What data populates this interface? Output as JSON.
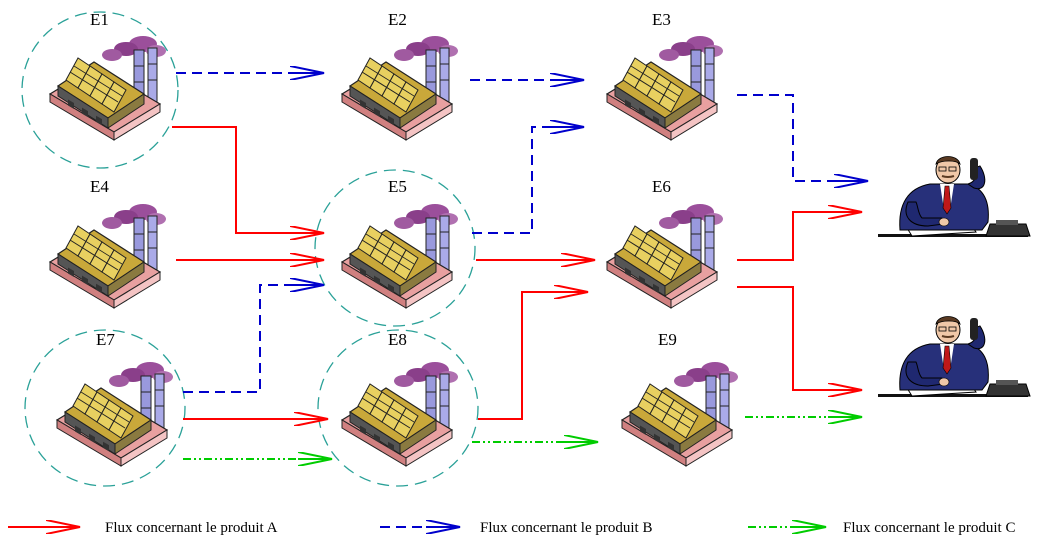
{
  "diagram": {
    "entities": [
      {
        "id": "E1",
        "label": "E1",
        "circled": true
      },
      {
        "id": "E2",
        "label": "E2",
        "circled": false
      },
      {
        "id": "E3",
        "label": "E3",
        "circled": false
      },
      {
        "id": "E4",
        "label": "E4",
        "circled": false
      },
      {
        "id": "E5",
        "label": "E5",
        "circled": true
      },
      {
        "id": "E6",
        "label": "E6",
        "circled": false
      },
      {
        "id": "E7",
        "label": "E7",
        "circled": true
      },
      {
        "id": "E8",
        "label": "E8",
        "circled": true
      },
      {
        "id": "E9",
        "label": "E9",
        "circled": false
      }
    ],
    "customers": [
      {
        "id": "client-top",
        "icon": "businessman-on-phone-icon"
      },
      {
        "id": "client-bottom",
        "icon": "businessman-on-phone-icon"
      }
    ],
    "flows": [
      {
        "product": "B",
        "from": "E1",
        "to": "E2"
      },
      {
        "product": "B",
        "from": "E2",
        "to": "E3"
      },
      {
        "product": "B",
        "from": "E3",
        "to": "client-top"
      },
      {
        "product": "A",
        "from": "E1",
        "to": "E5"
      },
      {
        "product": "A",
        "from": "E4",
        "to": "E5"
      },
      {
        "product": "B",
        "from": "E5",
        "to": "E3"
      },
      {
        "product": "A",
        "from": "E5",
        "to": "E6"
      },
      {
        "product": "A",
        "from": "E6",
        "to": "client-top"
      },
      {
        "product": "A",
        "from": "E6",
        "to": "client-bottom"
      },
      {
        "product": "B",
        "from": "E7",
        "to": "E5"
      },
      {
        "product": "A",
        "from": "E7",
        "to": "E8"
      },
      {
        "product": "C",
        "from": "E7",
        "to": "E8"
      },
      {
        "product": "A",
        "from": "E8",
        "to": "E6"
      },
      {
        "product": "C",
        "from": "E8",
        "to": "E9"
      },
      {
        "product": "C",
        "from": "E9",
        "to": "client-bottom"
      }
    ]
  },
  "legend": [
    {
      "product": "A",
      "label": "Flux concernant le produit A",
      "style": "solid",
      "color": "#ff0000"
    },
    {
      "product": "B",
      "label": "Flux concernant le produit B",
      "style": "dashed",
      "color": "#0000cc"
    },
    {
      "product": "C",
      "label": "Flux concernant le produit C",
      "style": "dash-dot-dot",
      "color": "#00cc00"
    }
  ],
  "colors": {
    "product_a": "#ff0000",
    "product_b": "#0000cc",
    "product_c": "#00cc00",
    "circle": "#2aa198"
  }
}
